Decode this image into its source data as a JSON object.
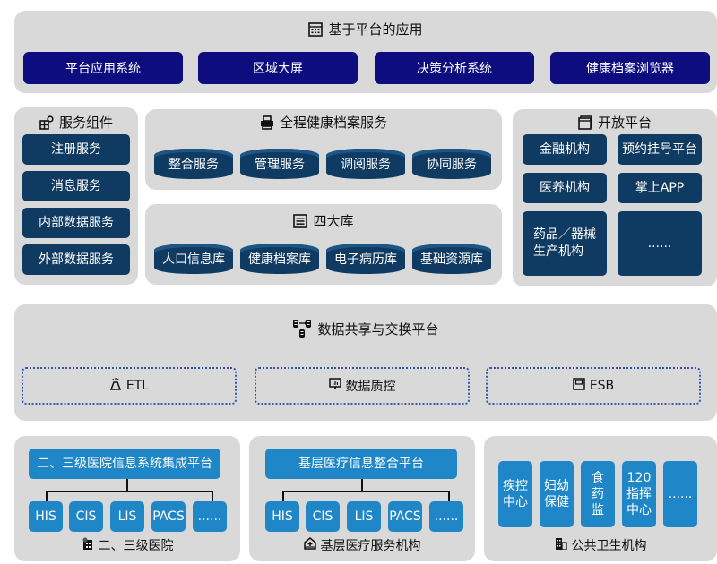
{
  "top": {
    "title": "基于平台的应用",
    "icon": "calendar-grid-icon",
    "items": [
      "平台应用系统",
      "区域大屏",
      "决策分析系统",
      "健康档案浏览器"
    ]
  },
  "service_components": {
    "title": "服务组件",
    "icon": "components-icon",
    "items": [
      "注册服务",
      "消息服务",
      "内部数据服务",
      "外部数据服务"
    ]
  },
  "health_record_service": {
    "title": "全程健康档案服务",
    "icon": "printer-icon",
    "items": [
      "整合服务",
      "管理服务",
      "调阅服务",
      "协同服务"
    ]
  },
  "four_databases": {
    "title": "四大库",
    "icon": "list-icon",
    "items": [
      "人口信息库",
      "健康档案库",
      "电子病历库",
      "基础资源库"
    ]
  },
  "open_platform": {
    "title": "开放平台",
    "icon": "window-icon",
    "items": [
      "金融机构",
      "预约挂号平台",
      "医养机构",
      "掌上APP",
      "药品／器械\n生产机构",
      "......"
    ]
  },
  "data_exchange": {
    "title": "数据共享与交换平台",
    "icon": "database-exchange-icon",
    "items": [
      {
        "label": "ETL",
        "icon": "etl-icon"
      },
      {
        "label": "数据质控",
        "icon": "monitor-chart-icon"
      },
      {
        "label": "ESB",
        "icon": "bus-icon"
      }
    ]
  },
  "hospital": {
    "platform": "二、三级医院信息系统集成平台",
    "systems": [
      "HIS",
      "CIS",
      "LIS",
      "PACS",
      "......"
    ],
    "footer": "二、三级医院",
    "icon": "hospital-building-icon"
  },
  "primary_care": {
    "platform": "基层医疗信息整合平台",
    "systems": [
      "HIS",
      "CIS",
      "LIS",
      "PACS",
      "......"
    ],
    "footer": "基层医疗服务机构",
    "icon": "clinic-icon"
  },
  "public_health": {
    "items": [
      "疾控\n中心",
      "妇幼\n保健",
      "食\n药\n监",
      "120\n指挥\n中心",
      "......"
    ],
    "footer": "公共卫生机构",
    "icon": "office-building-icon"
  },
  "colors": {
    "panel": "#d9d9d9",
    "navy": "#0d0d80",
    "dark_blue": "#0f3a62",
    "bright_blue": "#1f86c8",
    "dashed_border": "#3555b0"
  }
}
